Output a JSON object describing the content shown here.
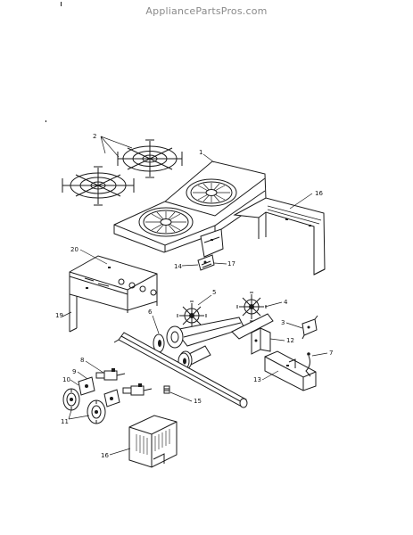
{
  "watermark": "AppliancePartsPros.com",
  "callouts": {
    "c1": "1",
    "c2": "2",
    "c3": "3",
    "c4": "4",
    "c5": "5",
    "c6": "6",
    "c7": "7",
    "c8": "8",
    "c9": "9",
    "c10": "10",
    "c11": "11",
    "c12": "12",
    "c13": "13",
    "c14": "14",
    "c15": "15",
    "c15b": "15",
    "c16": "16",
    "c16b": "16",
    "c17": "17",
    "c19": "19",
    "c20": "20"
  }
}
